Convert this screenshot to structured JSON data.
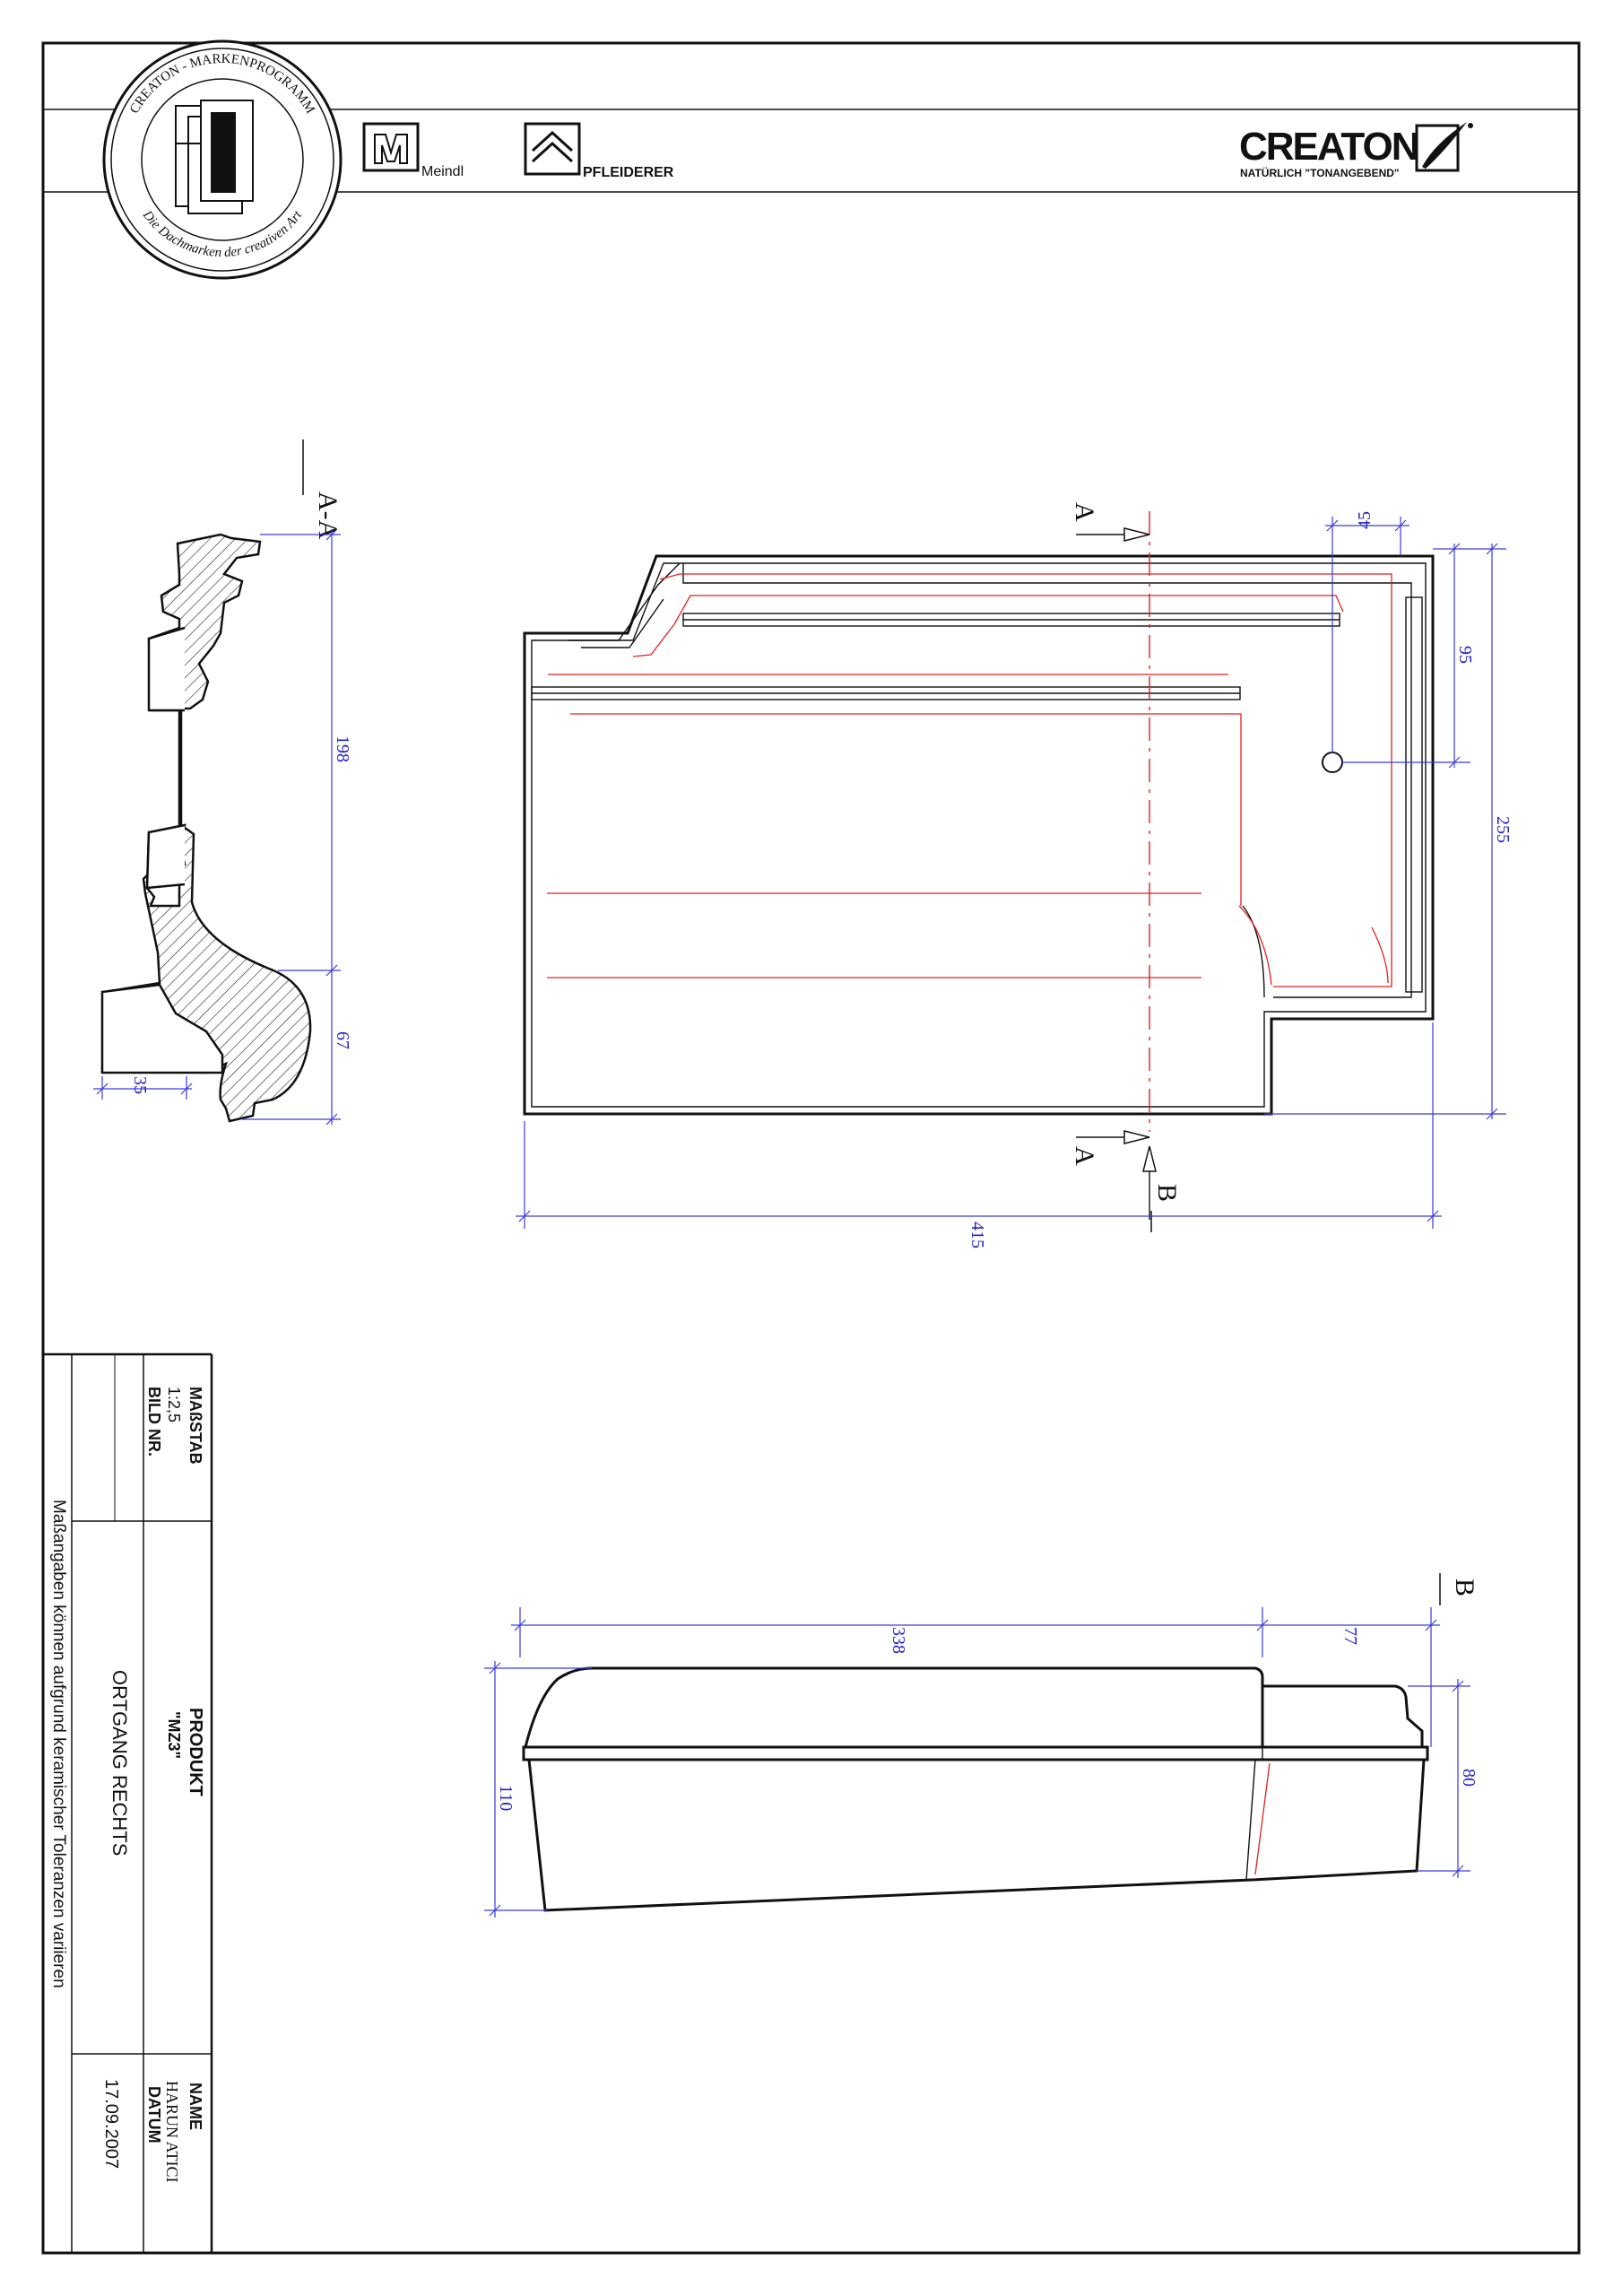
{
  "header": {
    "seal_top": "CREATON - MARKENPROGRAMM",
    "seal_bottom": "Die Dachmarken der creativen Art",
    "brand_meindl": "Meindl",
    "brand_pfleiderer": "PFLEIDERER",
    "brand_creaton": "CREATON",
    "creaton_tagline": "NATÜRLICH \"TONANGEBEND\""
  },
  "section_labels": {
    "section_aa_title": "A-A",
    "cut_a_top": "A",
    "cut_a_bottom": "A",
    "cut_b": "B",
    "view_b_title": "B"
  },
  "dimensions": {
    "aa_height": "198",
    "aa_lower": "67",
    "aa_width": "35",
    "top_45": "45",
    "top_95": "95",
    "top_255": "255",
    "top_415": "415",
    "b_338": "338",
    "b_77": "77",
    "b_110": "110",
    "b_80": "80"
  },
  "title_block": {
    "scale_label": "MAßSTAB",
    "scale_value": "1:2,5",
    "image_no_label": "BILD NR.",
    "product_label": "PRODUKT",
    "product_value": "\"MZ3\"",
    "description": "ORTGANG RECHTS",
    "name_label": "NAME",
    "name_value": "HARUN ATICI",
    "date_label": "DATUM",
    "date_value": "17.09.2007",
    "note": "Maßangaben können aufgrund keramischer Toleranzen variieren"
  }
}
